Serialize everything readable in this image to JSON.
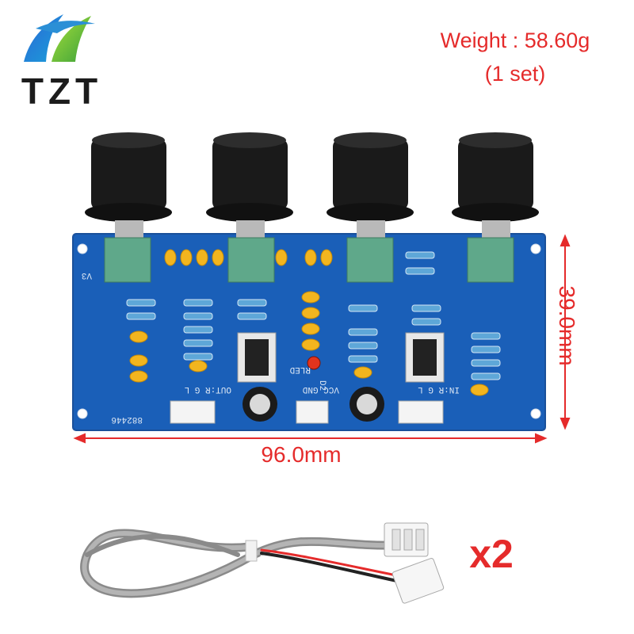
{
  "brand": {
    "logo_text": "TZT"
  },
  "product": {
    "weight_line1": "Weight : 58.60g",
    "weight_line2": "(1 set)",
    "width": "96.0mm",
    "height": "39.0mm",
    "cable_quantity": "x2"
  },
  "board_silkscreen": {
    "version": "V3",
    "out": "OUT:R G L",
    "power": "VCC GND",
    "in": "IN:R G L",
    "led": "RLED",
    "serial": "882446",
    "d_label": "D2"
  },
  "colors": {
    "accent_red": "#e52b2b",
    "pcb_blue": "#1a5fb8",
    "knob_black": "#1a1a1a",
    "potentiometer_green": "#5fa88a",
    "capacitor_yellow": "#f2b51f",
    "logo_blue": "#2b66d6",
    "logo_green": "#55c23a"
  }
}
